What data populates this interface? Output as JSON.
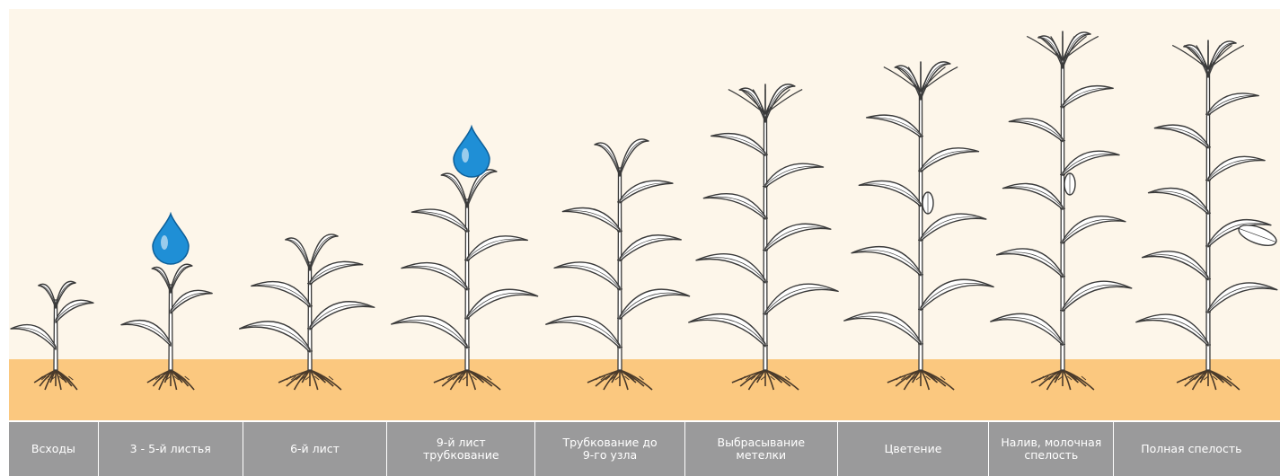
{
  "colors": {
    "sky": "#fdf6ea",
    "soil": "#fbc87f",
    "label_bg": "#9a9a9b",
    "label_text": "#ffffff",
    "drop": "#1f8fd6",
    "line": "#3a3a3a"
  },
  "stages": [
    {
      "label": "Всходы",
      "water": false
    },
    {
      "label": "3 - 5-й листья",
      "water": true
    },
    {
      "label": "6-й лист",
      "water": false
    },
    {
      "label": "9-й лист трубкование",
      "water": true
    },
    {
      "label": "Трубкование до 9-го узла",
      "water": false
    },
    {
      "label": "Выбрасывание метелки",
      "water": false
    },
    {
      "label": "Цветение",
      "water": false
    },
    {
      "label": "Налив, молочная спелость",
      "water": false
    },
    {
      "label": "Полная спелость",
      "water": false
    }
  ]
}
